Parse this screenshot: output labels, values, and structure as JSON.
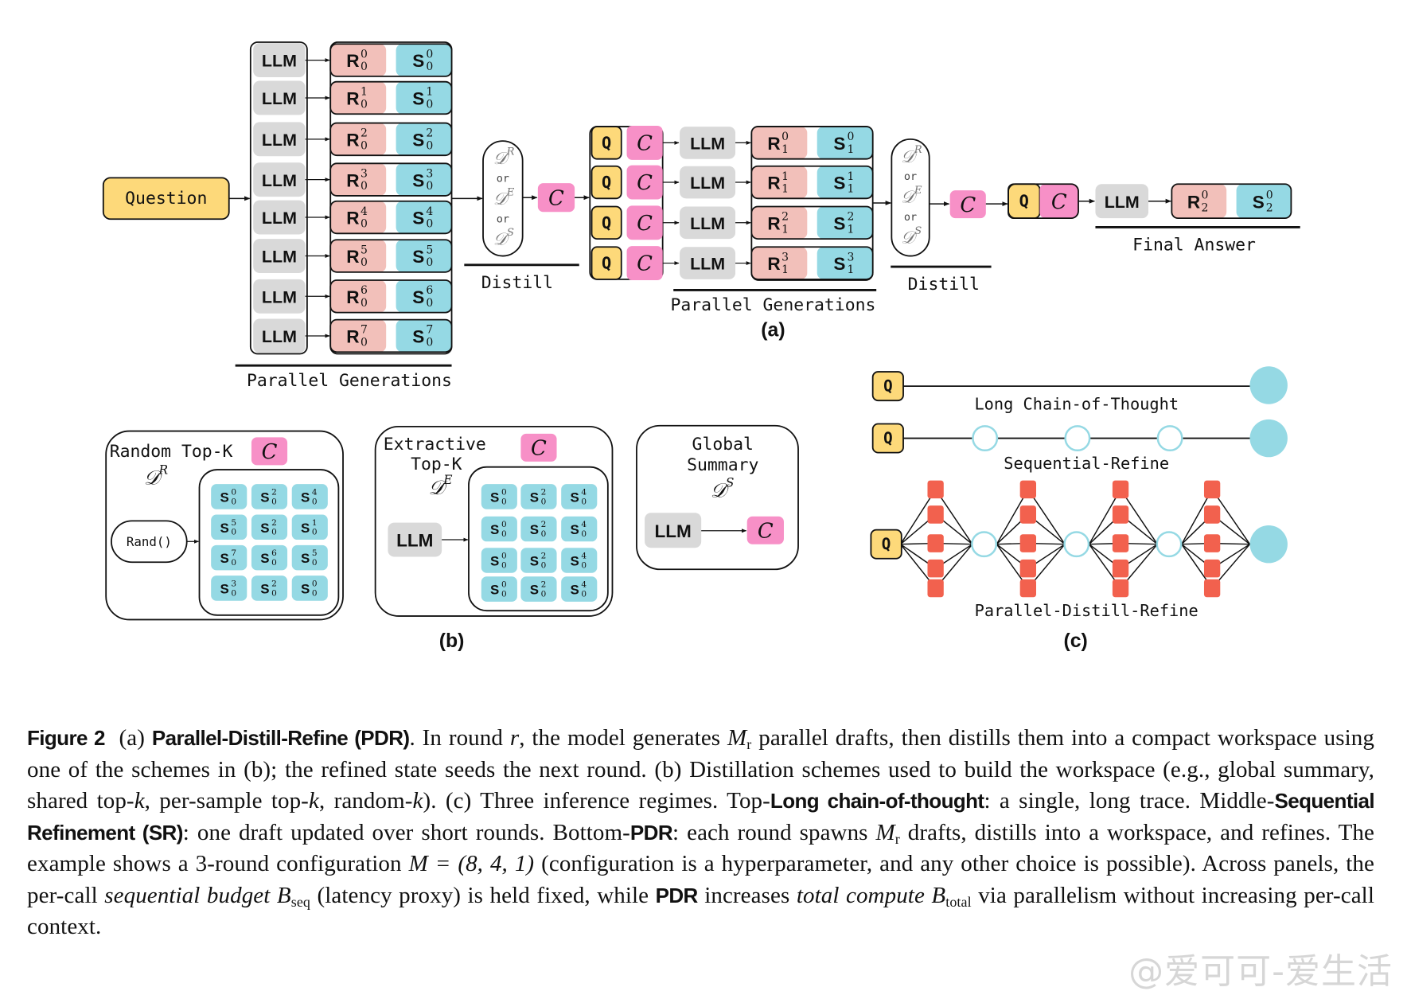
{
  "panel_a": {
    "question_label": "Question",
    "llm_label": "LLM",
    "q_label": "Q",
    "c_label": "C",
    "or_label": "or",
    "distill_ops": [
      "R",
      "E",
      "S"
    ],
    "distill_label": "Distill",
    "parallel_generations_label": "Parallel Generations",
    "final_answer_label": "Final Answer",
    "panel_label": "(a)",
    "round0_rows": [
      {
        "r": "R",
        "s": "S",
        "sup": "0",
        "sub": "0"
      },
      {
        "r": "R",
        "s": "S",
        "sup": "1",
        "sub": "0"
      },
      {
        "r": "R",
        "s": "S",
        "sup": "2",
        "sub": "0"
      },
      {
        "r": "R",
        "s": "S",
        "sup": "3",
        "sub": "0"
      },
      {
        "r": "R",
        "s": "S",
        "sup": "4",
        "sub": "0"
      },
      {
        "r": "R",
        "s": "S",
        "sup": "5",
        "sub": "0"
      },
      {
        "r": "R",
        "s": "S",
        "sup": "6",
        "sub": "0"
      },
      {
        "r": "R",
        "s": "S",
        "sup": "7",
        "sub": "0"
      }
    ],
    "round1_rows": [
      {
        "sup": "0",
        "sub": "1"
      },
      {
        "sup": "1",
        "sub": "1"
      },
      {
        "sup": "2",
        "sub": "1"
      },
      {
        "sup": "3",
        "sub": "1"
      }
    ],
    "round2_rows": [
      {
        "sup": "0",
        "sub": "2"
      }
    ]
  },
  "panel_b": {
    "panel_label": "(b)",
    "random": {
      "title": "Random Top-K",
      "op": "R",
      "rand_label": "Rand()",
      "grid": [
        [
          "0",
          "2",
          "4"
        ],
        [
          "5",
          "2",
          "1"
        ],
        [
          "7",
          "6",
          "5"
        ],
        [
          "3",
          "2",
          "0"
        ]
      ]
    },
    "extractive": {
      "title_line1": "Extractive",
      "title_line2": "Top-K",
      "op": "E",
      "grid": [
        [
          "0",
          "2",
          "4"
        ],
        [
          "0",
          "2",
          "4"
        ],
        [
          "0",
          "2",
          "4"
        ],
        [
          "0",
          "2",
          "4"
        ]
      ]
    },
    "global": {
      "title_line1": "Global",
      "title_line2": "Summary",
      "op": "S"
    },
    "cell_sub": "0"
  },
  "panel_c": {
    "panel_label": "(c)",
    "long_cot_label": "Long Chain-of-Thought",
    "seq_refine_label": "Sequential-Refine",
    "pdr_label": "Parallel-Distill-Refine",
    "q_label": "Q",
    "seq_refine_rounds": 3,
    "pdr_rounds": 4,
    "pdr_drafts_per_round": 5
  },
  "colors": {
    "question": "#FDD97A",
    "llm": "#D9D9D9",
    "reasoning": "#F2C0BA",
    "summary": "#95D9E4",
    "workspace": "#F790C7",
    "draft": "#F2614E",
    "answer": "#95D9E4"
  },
  "caption": {
    "fig_label": "Figure 2",
    "a_prefix": "(a)",
    "a_title": "Parallel-Distill-Refine (PDR)",
    "a_text_1": ". In round ",
    "var_r": "r",
    "a_text_2": ", the model generates ",
    "var_M": "M",
    "a_text_3": " parallel drafts, then distills them into a compact workspace using one of the schemes in (b); the refined state seeds the next round. (b) Distillation schemes used to build the workspace (e.g., global summary, shared top-",
    "var_k": "k",
    "b_text_2": ", per-sample top-",
    "b_text_3": ", random-",
    "c_text_1": "). (c) Three inference regimes. Top-",
    "c_bold_1": "Long chain-of-thought",
    "c_text_2": ": a single, long trace. Middle-",
    "c_bold_2": "Sequential Refinement (SR)",
    "c_text_3": ": one draft updated over short rounds. Bottom-",
    "c_bold_3": "PDR",
    "c_text_4": ": each round spawns ",
    "c_text_5": " drafts, distills into a workspace, and refines. The example shows a 3-round configuration ",
    "config": "M = (8, 4, 1)",
    "c_text_6": " (configuration is a hyperparameter, and any other choice is possible). Across panels, the per-call ",
    "seq_budget": "sequential budget",
    "B": "B",
    "seq_sub": "seq",
    "c_text_7": " (latency proxy) is held fixed, while ",
    "c_text_8": " increases ",
    "total_compute": "total compute",
    "total_sub": "total",
    "c_text_9": " via parallelism without increasing per-call context."
  },
  "watermark": "@爱可可-爱生活"
}
